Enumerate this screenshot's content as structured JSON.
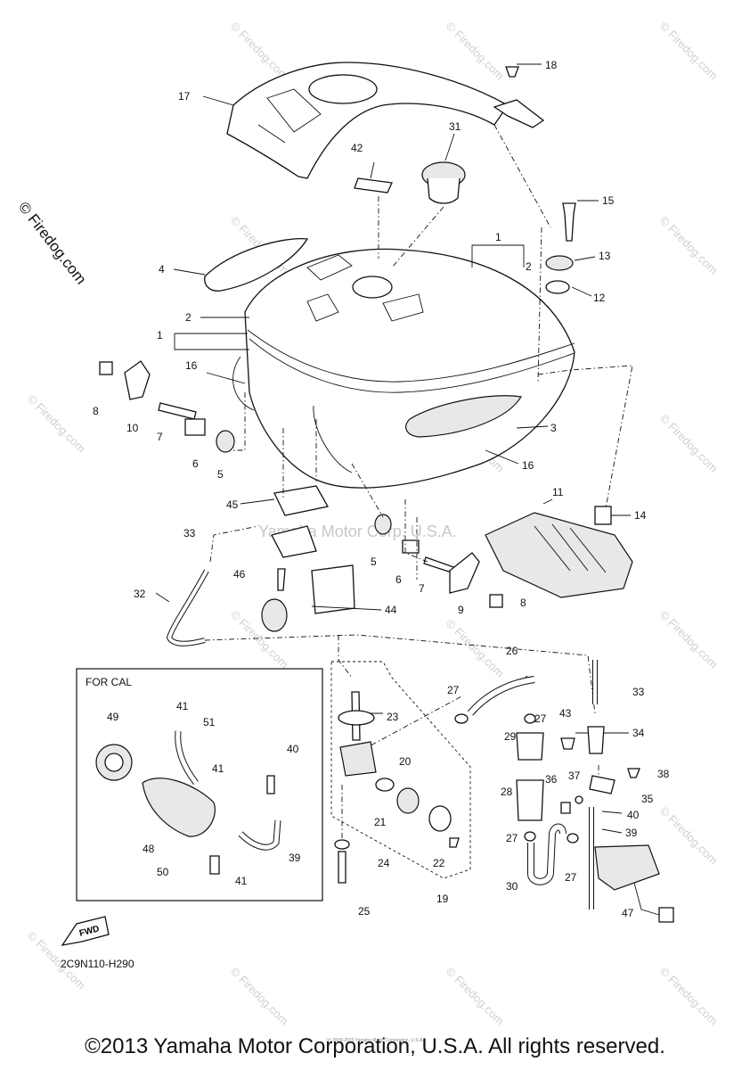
{
  "diagram": {
    "box_label": "FOR CAL",
    "fwd_label": "FWD",
    "drawing_code": "2C9N110-H290",
    "center_watermark": "Yamaha Motor Corp. U.S.A.",
    "watermark": "© Firedog.com",
    "side_watermark": "© Firedog.com",
    "tiny_credit": "(c) 2000-2015 Yamaha Motor Corporation, U.S.A.",
    "copyright": "©2013 Yamaha Motor Corporation, U.S.A. All rights reserved.",
    "callouts": [
      {
        "id": "18",
        "label": "18"
      },
      {
        "id": "17",
        "label": "17"
      },
      {
        "id": "31",
        "label": "31"
      },
      {
        "id": "42",
        "label": "42"
      },
      {
        "id": "15",
        "label": "15"
      },
      {
        "id": "1a",
        "label": "1"
      },
      {
        "id": "2a",
        "label": "2"
      },
      {
        "id": "13",
        "label": "13"
      },
      {
        "id": "4",
        "label": "4"
      },
      {
        "id": "12",
        "label": "12"
      },
      {
        "id": "2b",
        "label": "2"
      },
      {
        "id": "1b",
        "label": "1"
      },
      {
        "id": "16a",
        "label": "16"
      },
      {
        "id": "8a",
        "label": "8"
      },
      {
        "id": "10",
        "label": "10"
      },
      {
        "id": "7a",
        "label": "7"
      },
      {
        "id": "6a",
        "label": "6"
      },
      {
        "id": "5a",
        "label": "5"
      },
      {
        "id": "3",
        "label": "3"
      },
      {
        "id": "16b",
        "label": "16"
      },
      {
        "id": "11",
        "label": "11"
      },
      {
        "id": "45",
        "label": "45"
      },
      {
        "id": "14",
        "label": "14"
      },
      {
        "id": "33a",
        "label": "33"
      },
      {
        "id": "5b",
        "label": "5"
      },
      {
        "id": "46",
        "label": "46"
      },
      {
        "id": "6b",
        "label": "6"
      },
      {
        "id": "7b",
        "label": "7"
      },
      {
        "id": "32",
        "label": "32"
      },
      {
        "id": "9",
        "label": "9"
      },
      {
        "id": "8b",
        "label": "8"
      },
      {
        "id": "44",
        "label": "44"
      },
      {
        "id": "26",
        "label": "26"
      },
      {
        "id": "33b",
        "label": "33"
      },
      {
        "id": "27a",
        "label": "27"
      },
      {
        "id": "41a",
        "label": "41"
      },
      {
        "id": "49",
        "label": "49"
      },
      {
        "id": "51",
        "label": "51"
      },
      {
        "id": "23",
        "label": "23"
      },
      {
        "id": "27b",
        "label": "27"
      },
      {
        "id": "43",
        "label": "43"
      },
      {
        "id": "34",
        "label": "34"
      },
      {
        "id": "29",
        "label": "29"
      },
      {
        "id": "40a",
        "label": "40"
      },
      {
        "id": "20",
        "label": "20"
      },
      {
        "id": "41b",
        "label": "41"
      },
      {
        "id": "37",
        "label": "37"
      },
      {
        "id": "38",
        "label": "38"
      },
      {
        "id": "36",
        "label": "36"
      },
      {
        "id": "28",
        "label": "28"
      },
      {
        "id": "35",
        "label": "35"
      },
      {
        "id": "21",
        "label": "21"
      },
      {
        "id": "40b",
        "label": "40"
      },
      {
        "id": "48",
        "label": "48"
      },
      {
        "id": "39a",
        "label": "39"
      },
      {
        "id": "27c",
        "label": "27"
      },
      {
        "id": "39b",
        "label": "39"
      },
      {
        "id": "24",
        "label": "24"
      },
      {
        "id": "22",
        "label": "22"
      },
      {
        "id": "50",
        "label": "50"
      },
      {
        "id": "41c",
        "label": "41"
      },
      {
        "id": "27d",
        "label": "27"
      },
      {
        "id": "30",
        "label": "30"
      },
      {
        "id": "19",
        "label": "19"
      },
      {
        "id": "47",
        "label": "47"
      },
      {
        "id": "25",
        "label": "25"
      }
    ]
  }
}
